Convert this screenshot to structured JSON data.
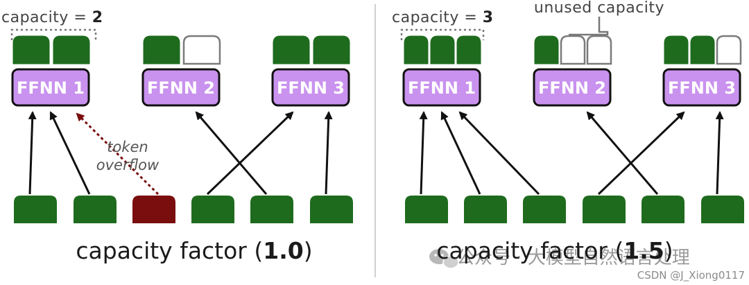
{
  "colors": {
    "token": "#1e6b1e",
    "overflow_token": "#7a0d0d",
    "expert_fill": "#c992ee",
    "expert_border": "#111111",
    "empty_slot_border": "#7a7a7a",
    "arrow": "#111111",
    "overflow_arrow": "#7a0d0d"
  },
  "left_panel": {
    "capacity_label": "capacity = ",
    "capacity_value": "2",
    "factor_label": "capacity factor (",
    "factor_value": "1.0",
    "factor_close": ")",
    "overflow_label_line1": "token",
    "overflow_label_line2": "overflow",
    "experts": [
      {
        "label": "FFNN 1",
        "filled": 2,
        "capacity": 2
      },
      {
        "label": "FFNN 2",
        "filled": 1,
        "capacity": 2
      },
      {
        "label": "FFNN 3",
        "filled": 2,
        "capacity": 2
      }
    ],
    "tokens": [
      {
        "target": 1,
        "overflow": false
      },
      {
        "target": 1,
        "overflow": false
      },
      {
        "target": 1,
        "overflow": true
      },
      {
        "target": 3,
        "overflow": false
      },
      {
        "target": 2,
        "overflow": false
      },
      {
        "target": 3,
        "overflow": false
      }
    ]
  },
  "right_panel": {
    "capacity_label": "capacity = ",
    "capacity_value": "3",
    "unused_label": "unused capacity",
    "factor_label": "capacity factor (",
    "factor_value": "1.5",
    "factor_close": ")",
    "experts": [
      {
        "label": "FFNN 1",
        "filled": 3,
        "capacity": 3
      },
      {
        "label": "FFNN 2",
        "filled": 1,
        "capacity": 3
      },
      {
        "label": "FFNN 3",
        "filled": 2,
        "capacity": 3
      }
    ],
    "tokens": [
      {
        "target": 1
      },
      {
        "target": 1
      },
      {
        "target": 1
      },
      {
        "target": 3
      },
      {
        "target": 2
      },
      {
        "target": 3
      }
    ]
  },
  "watermark": {
    "text": "公众号 · 大模型自然语言处理",
    "icon": "wechat-icon"
  },
  "credit": "CSDN @J_Xiong0117"
}
